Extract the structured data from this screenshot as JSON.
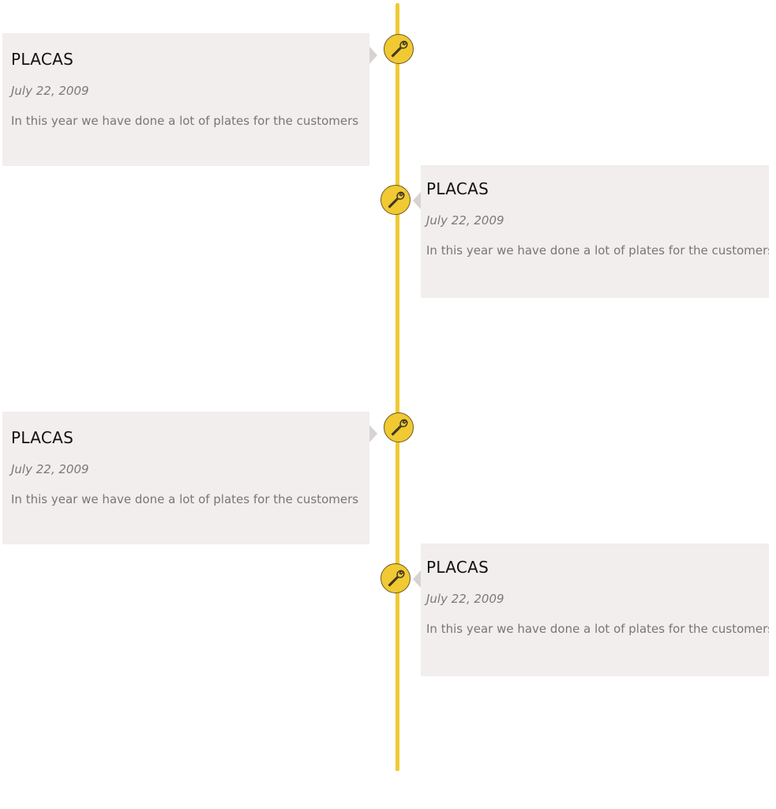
{
  "accent_color": "#f0c933",
  "card_background": "#f1eeed",
  "timeline": {
    "entries": [
      {
        "side": "left",
        "icon": "wrench-icon",
        "title": "PLACAS",
        "date": "July 22, 2009",
        "description": "In this year we have done a lot of plates for the customers"
      },
      {
        "side": "right",
        "icon": "wrench-icon",
        "title": "PLACAS",
        "date": "July 22, 2009",
        "description": "In this year we have done a lot of plates for the customers"
      },
      {
        "side": "left",
        "icon": "wrench-icon",
        "title": "PLACAS",
        "date": "July 22, 2009",
        "description": "In this year we have done a lot of plates for the customers"
      },
      {
        "side": "right",
        "icon": "wrench-icon",
        "title": "PLACAS",
        "date": "July 22, 2009",
        "description": "In this year we have done a lot of plates for the customers"
      }
    ]
  }
}
